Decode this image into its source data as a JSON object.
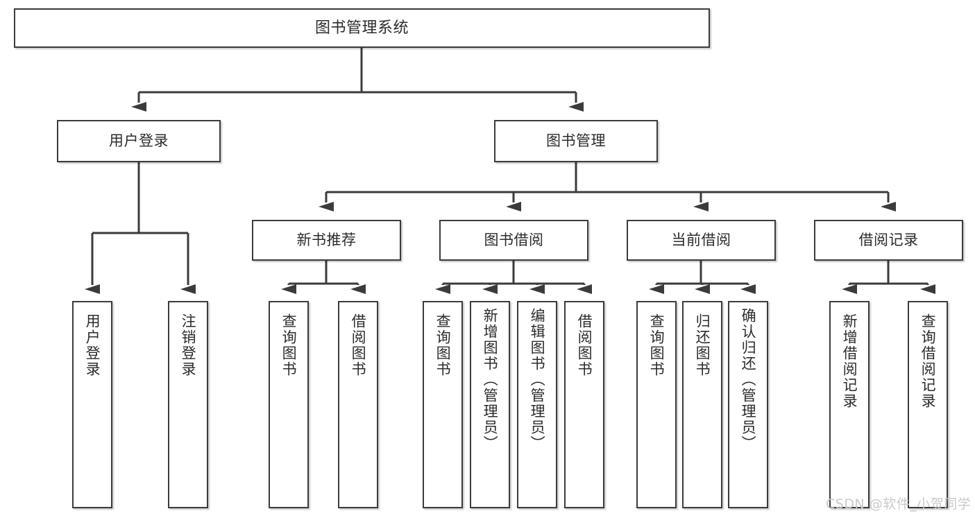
{
  "diagram": {
    "title": "图书管理系统",
    "type": "function-structure-tree",
    "orientation": "top-down",
    "line_color": "#3b3b3b",
    "box_fill": "#ffffff",
    "text_color": "#2b2b2b"
  },
  "nodes": {
    "root": {
      "label": "图书管理系统"
    },
    "tier2": [
      {
        "label": "用户登录"
      },
      {
        "label": "图书管理"
      }
    ],
    "tier3": [
      {
        "label": "新书推荐"
      },
      {
        "label": "图书借阅"
      },
      {
        "label": "当前借阅"
      },
      {
        "label": "借阅记录"
      }
    ],
    "leaves_user_login": [
      {
        "label": "用户登录"
      },
      {
        "label": "注销登录"
      }
    ],
    "leaves_new_book": [
      {
        "label": "查询图书"
      },
      {
        "label": "借阅图书"
      }
    ],
    "leaves_borrow": [
      {
        "label": "查询图书"
      },
      {
        "label": "新增图书（管理员）"
      },
      {
        "label": "编辑图书（管理员）"
      },
      {
        "label": "借阅图书"
      }
    ],
    "leaves_current": [
      {
        "label": "查询图书"
      },
      {
        "label": "归还图书"
      },
      {
        "label": "确认归还（管理员）"
      }
    ],
    "leaves_records": [
      {
        "label": "新增借阅记录"
      },
      {
        "label": "查询借阅记录"
      }
    ]
  },
  "watermark": {
    "text": "CSDN @软件_小贺同学"
  }
}
